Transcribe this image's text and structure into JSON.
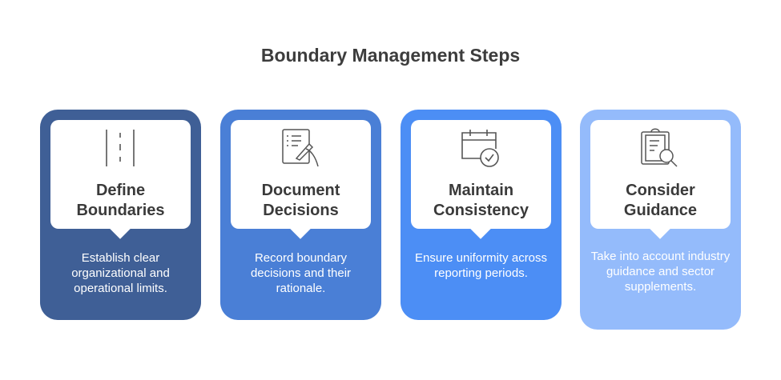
{
  "title": "Boundary Management Steps",
  "cards": [
    {
      "heading_1": "Define",
      "heading_2": "Boundaries",
      "description": "Establish clear organizational and operational limits.",
      "icon": "road-lanes-icon",
      "color": "#3f5f96"
    },
    {
      "heading_1": "Document",
      "heading_2": "Decisions",
      "description": "Record boundary decisions and their rationale.",
      "icon": "document-writing-icon",
      "color": "#4a7fd6"
    },
    {
      "heading_1": "Maintain",
      "heading_2": "Consistency",
      "description": "Ensure uniformity across reporting periods.",
      "icon": "calendar-check-icon",
      "color": "#4c8ef5"
    },
    {
      "heading_1": "Consider",
      "heading_2": "Guidance",
      "description": "Take into account industry guidance and sector supplements.",
      "icon": "clipboard-search-icon",
      "color": "#94bbfb"
    }
  ]
}
